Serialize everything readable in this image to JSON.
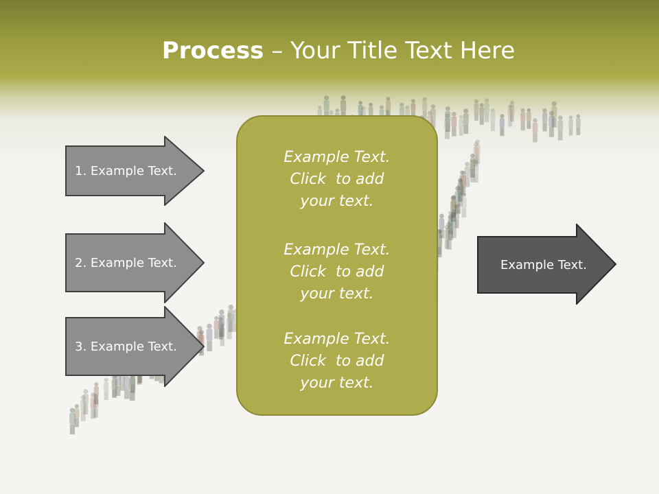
{
  "slide": {
    "title_bold": "Process",
    "title_rest": " – Your Title Text Here"
  },
  "input_arrows": [
    {
      "label": "1. Example Text."
    },
    {
      "label": "2. Example Text."
    },
    {
      "label": "3. Example Text."
    }
  ],
  "center_box": {
    "paragraphs": [
      {
        "lines": [
          "Example Text.",
          "Click  to add",
          "your text."
        ]
      },
      {
        "lines": [
          "Example Text.",
          "Click  to add",
          "your text."
        ]
      },
      {
        "lines": [
          "Example Text.",
          "Click  to add",
          "your text."
        ]
      }
    ]
  },
  "output_arrow": {
    "label": "Example Text."
  },
  "colors": {
    "header_olive": "#9a9c3e",
    "box_olive": "#aeac4c",
    "arrow_gray": "#8c8c8c",
    "arrow_dark": "#595959"
  }
}
